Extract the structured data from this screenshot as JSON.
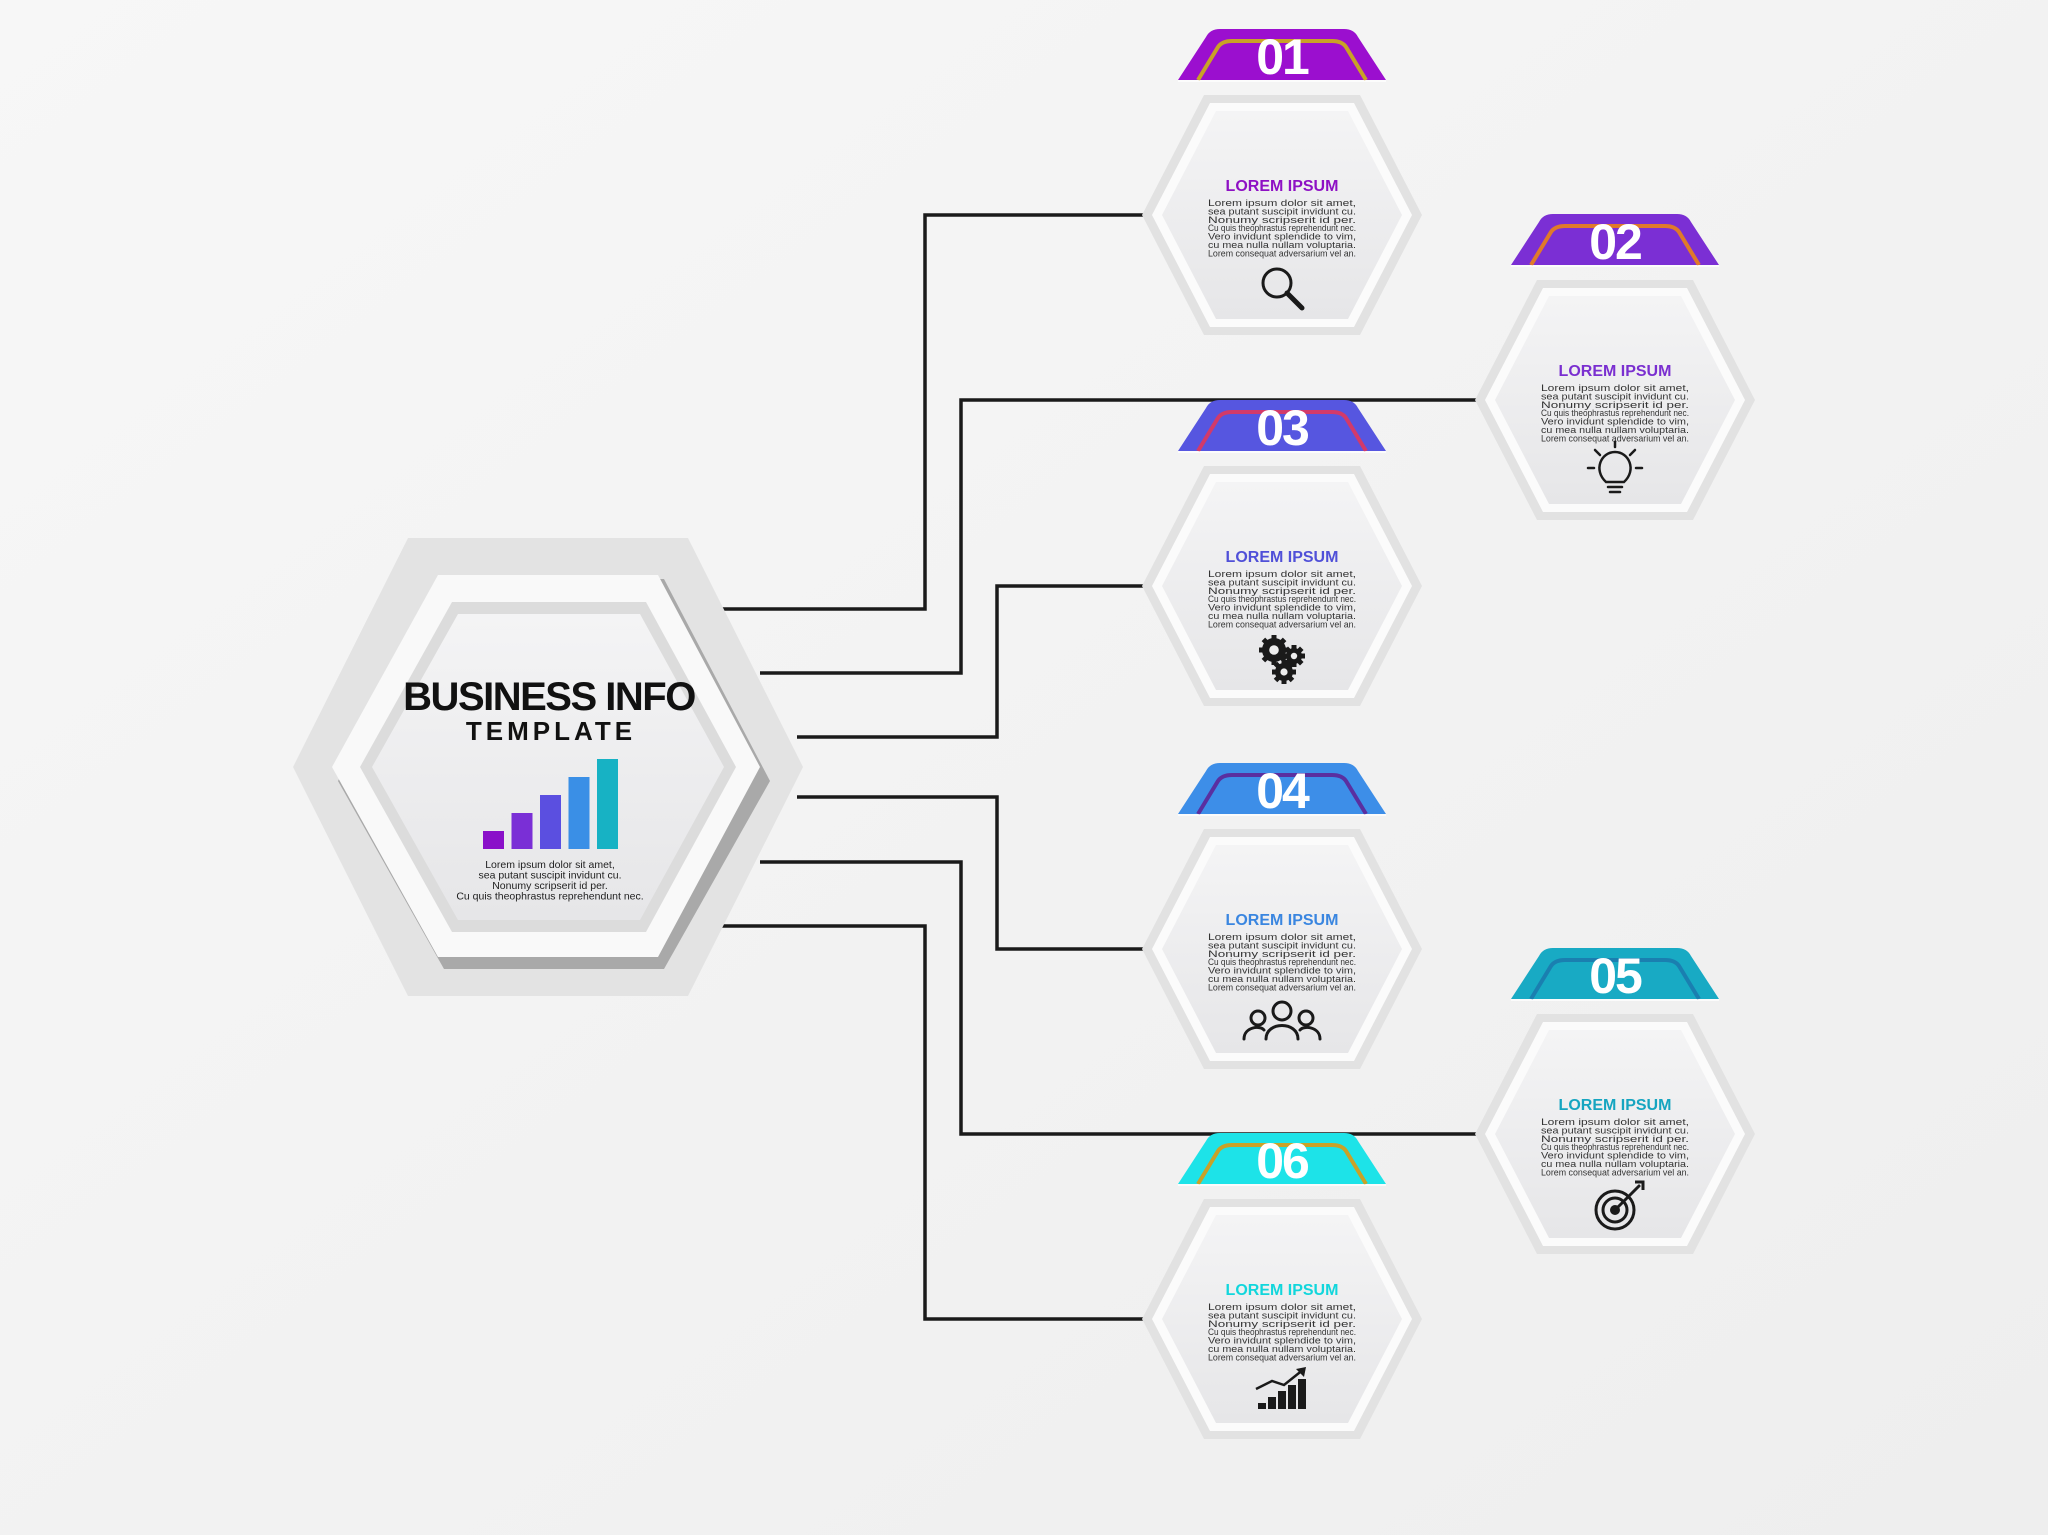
{
  "hub": {
    "title": "BUSINESS INFO",
    "subtitle": "TEMPLATE",
    "body_lines": [
      "Lorem ipsum dolor sit amet,",
      "sea putant suscipit invidunt cu.",
      "Nonumy scripserit id per.",
      "Cu quis theophrastus reprehendunt nec."
    ],
    "icon": "bar-chart-icon",
    "bar_colors": [
      "#8a10c9",
      "#7a2fd6",
      "#5b4fe0",
      "#3a8fe6",
      "#17b2c4"
    ]
  },
  "steps": [
    {
      "number": "01",
      "title": "LOREM IPSUM",
      "color": "#9b0fcf",
      "accent": "#c9a227",
      "title_color": "#8e10c4",
      "icon": "magnifier-icon",
      "body_lines": [
        "Lorem ipsum dolor sit amet,",
        "sea putant suscipit invidunt cu.",
        "Nonumy scripserit id per.",
        "Cu quis theophrastus reprehendunt nec.",
        "Vero invidunt splendide to vim,",
        "cu mea nulla nullam voluptaria.",
        "Lorem consequat adversarium vel an."
      ]
    },
    {
      "number": "02",
      "title": "LOREM IPSUM",
      "color": "#7b2fd4",
      "accent": "#e07a2a",
      "title_color": "#7a2fd0",
      "icon": "lightbulb-icon",
      "body_lines": [
        "Lorem ipsum dolor sit amet,",
        "sea putant suscipit invidunt cu.",
        "Nonumy scripserit id per.",
        "Cu quis theophrastus reprehendunt nec.",
        "Vero invidunt splendide to vim,",
        "cu mea nulla nullam voluptaria.",
        "Lorem consequat adversarium vel an."
      ]
    },
    {
      "number": "03",
      "title": "LOREM IPSUM",
      "color": "#5656e0",
      "accent": "#d23a6a",
      "title_color": "#5050d8",
      "icon": "gears-icon",
      "body_lines": [
        "Lorem ipsum dolor sit amet,",
        "sea putant suscipit invidunt cu.",
        "Nonumy scripserit id per.",
        "Cu quis theophrastus reprehendunt nec.",
        "Vero invidunt splendide to vim,",
        "cu mea nulla nullam voluptaria.",
        "Lorem consequat adversarium vel an."
      ]
    },
    {
      "number": "04",
      "title": "LOREM IPSUM",
      "color": "#3d8ee8",
      "accent": "#5a2fa0",
      "title_color": "#3a86e0",
      "icon": "team-icon",
      "body_lines": [
        "Lorem ipsum dolor sit amet,",
        "sea putant suscipit invidunt cu.",
        "Nonumy scripserit id per.",
        "Cu quis theophrastus reprehendunt nec.",
        "Vero invidunt splendide to vim,",
        "cu mea nulla nullam voluptaria.",
        "Lorem consequat adversarium vel an."
      ]
    },
    {
      "number": "05",
      "title": "LOREM IPSUM",
      "color": "#18aac4",
      "accent": "#1a7fb0",
      "title_color": "#16a5c0",
      "icon": "target-icon",
      "body_lines": [
        "Lorem ipsum dolor sit amet,",
        "sea putant suscipit invidunt cu.",
        "Nonumy scripserit id per.",
        "Cu quis theophrastus reprehendunt nec.",
        "Vero invidunt splendide to vim,",
        "cu mea nulla nullam voluptaria.",
        "Lorem consequat adversarium vel an."
      ]
    },
    {
      "number": "06",
      "title": "LOREM IPSUM",
      "color": "#1de3e8",
      "accent": "#c9a227",
      "title_color": "#12d6dc",
      "icon": "growth-chart-icon",
      "body_lines": [
        "Lorem ipsum dolor sit amet,",
        "sea putant suscipit invidunt cu.",
        "Nonumy scripserit id per.",
        "Cu quis theophrastus reprehendunt nec.",
        "Vero invidunt splendide to vim,",
        "cu mea nulla nullam voluptaria.",
        "Lorem consequat adversarium vel an."
      ]
    }
  ]
}
